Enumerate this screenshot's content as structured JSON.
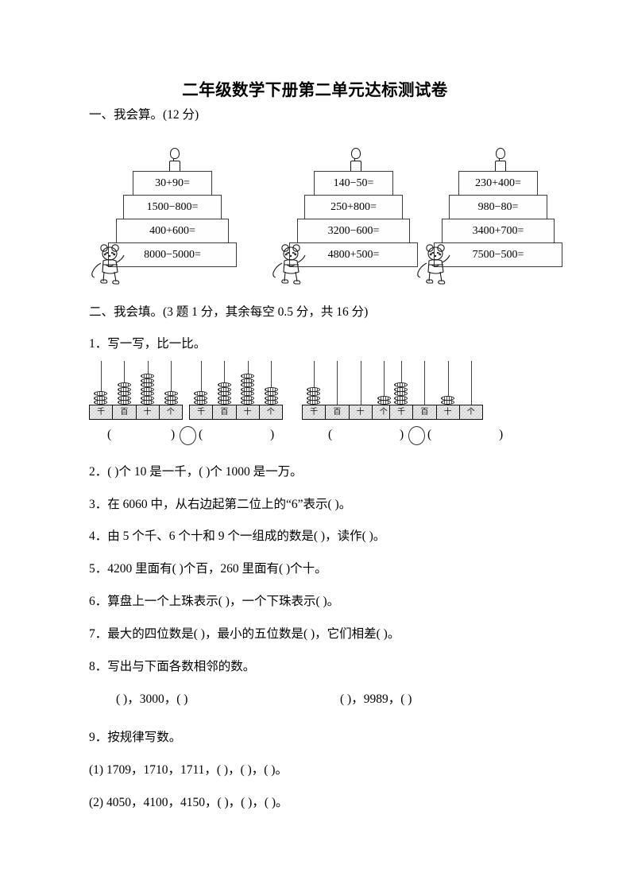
{
  "document": {
    "title": "二年级数学下册第二单元达标测试卷"
  },
  "section1": {
    "heading": "一、我会算。(12 分)",
    "cakes": [
      {
        "character": "mouse-character",
        "candle": "candle-icon",
        "tiers": [
          "30+90=",
          "1500−800=",
          "400+600=",
          "8000−5000="
        ]
      },
      {
        "character": "mouse-character",
        "candle": "candle-icon",
        "tiers": [
          "140−50=",
          "250+800=",
          "3200−600=",
          "4800+500="
        ]
      },
      {
        "character": "mouse-character",
        "candle": "candle-icon",
        "tiers": [
          "230+400=",
          "980−80=",
          "3400+700=",
          "7500−500="
        ]
      }
    ]
  },
  "section2": {
    "heading": "二、我会填。(3 题 1 分，其余每空 0.5 分，共 16 分)",
    "q1": {
      "text": "1．写一写，比一比。",
      "abaci": [
        {
          "labels": [
            "千",
            "百",
            "十",
            "个"
          ],
          "beads": [
            3,
            5,
            7,
            3
          ]
        },
        {
          "labels": [
            "千",
            "百",
            "十",
            "个"
          ],
          "beads": [
            3,
            5,
            7,
            4
          ]
        },
        {
          "labels": [
            "千",
            "百",
            "十",
            "个"
          ],
          "beads": [
            4,
            0,
            0,
            2
          ]
        },
        {
          "labels": [
            "千",
            "百",
            "十",
            "个"
          ],
          "beads": [
            5,
            0,
            2,
            0
          ]
        }
      ],
      "compare": {
        "left_open": "(",
        "left_close": ")",
        "right_open": "(",
        "right_close": ")",
        "operator_placeholder": "comparison-circle"
      }
    },
    "q2": "2．(            )个 10 是一千，(            )个 1000 是一万。",
    "q3": "3．在 6060 中，从右边起第二位上的“6”表示(                  )。",
    "q4": "4．由 5 个千、6 个十和 9 个一组成的数是(              )，读作(                        )。",
    "q5": "5．4200 里面有(              )个百，260 里面有(              )个十。",
    "q6": "6．算盘上一个上珠表示(              )，一个下珠表示(              )。",
    "q7": "7．最大的四位数是(            )，最小的五位数是(            )，它们相差(                )。",
    "q8": {
      "text": "8．写出与下面各数相邻的数。",
      "row_left": "(              )，3000，(              )",
      "row_right": "(              )，9989，(              )"
    },
    "q9": {
      "text": "9．按规律写数。",
      "items": [
        "(1) 1709，1710，1711，(        )，(        )，(        )。",
        "(2) 4050，4100，4150，(        )，(        )，(        )。"
      ]
    }
  },
  "colors": {
    "ink": "#000000",
    "paper": "#ffffff",
    "line": "#333333"
  }
}
